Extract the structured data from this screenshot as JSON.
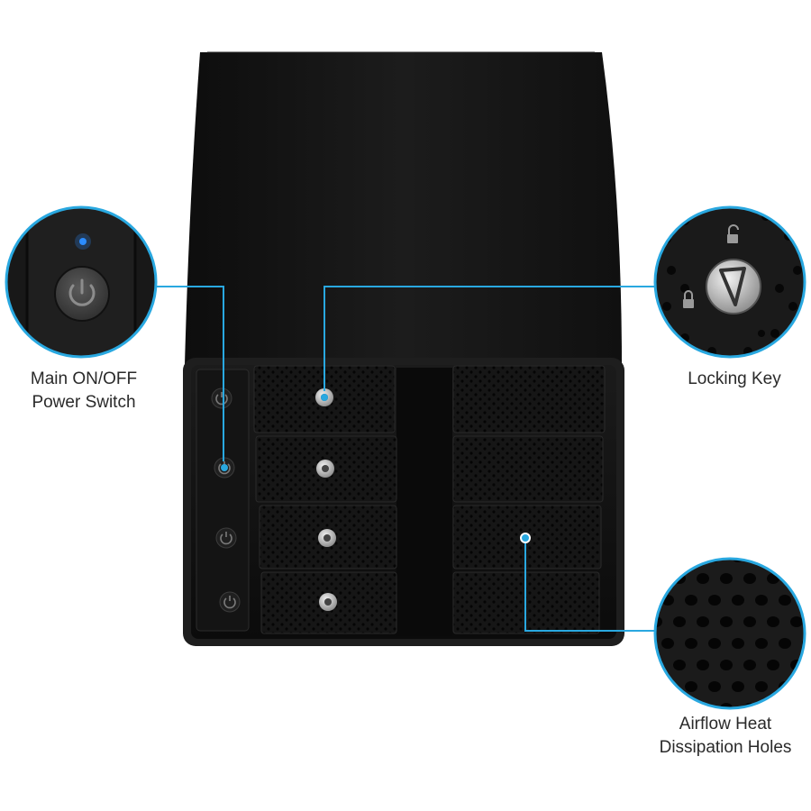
{
  "callouts": {
    "power_switch": {
      "line1": "Main ON/OFF",
      "line2": "Power Switch",
      "icon": "power-icon"
    },
    "locking_key": {
      "line1": "Locking Key",
      "icon": "lock-key-icon"
    },
    "airflow": {
      "line1": "Airflow Heat",
      "line2": "Dissipation Holes",
      "icon": "vent-holes-icon"
    }
  },
  "colors": {
    "accent": "#29a8e0",
    "enclosure": "#141414",
    "led": "#2b8cff",
    "text": "#2a2a2a"
  }
}
